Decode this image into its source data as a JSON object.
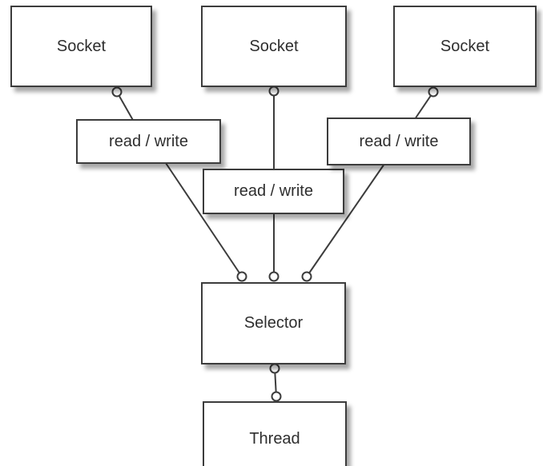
{
  "colors": {
    "background": "#ffffff",
    "node_fill": "#ffffff",
    "node_border": "#3c3c3c",
    "text": "#2e2e2e",
    "connector_line": "#3c3c3c",
    "shadow": "rgba(0,0,0,0.35)"
  },
  "nodes": [
    {
      "id": "socket-1",
      "label": "Socket"
    },
    {
      "id": "socket-2",
      "label": "Socket"
    },
    {
      "id": "socket-3",
      "label": "Socket"
    },
    {
      "id": "read-write-1",
      "label": "read / write"
    },
    {
      "id": "read-write-2",
      "label": "read / write"
    },
    {
      "id": "read-write-3",
      "label": "read / write"
    },
    {
      "id": "selector",
      "label": "Selector"
    },
    {
      "id": "thread",
      "label": "Thread"
    }
  ]
}
